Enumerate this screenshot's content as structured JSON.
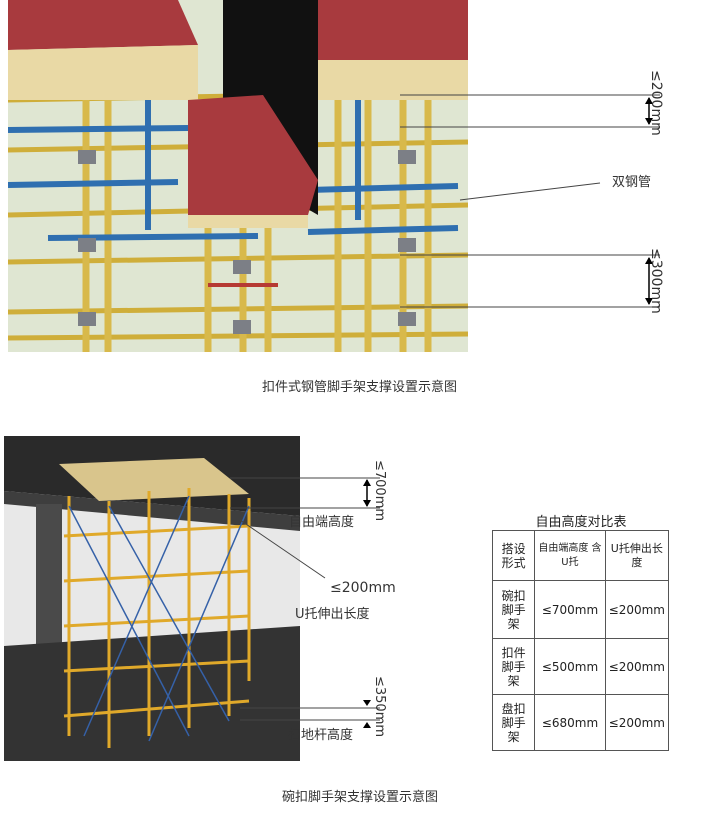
{
  "top": {
    "dim_top": "≤200mm",
    "dim_bottom": "≤300mm",
    "callout": "双钢管",
    "caption": "扣件式钢管脚手架支撑设置示意图"
  },
  "bottom": {
    "free_end_label": "自由端高度",
    "dim_700": "≤700mm",
    "dim_200": "≤200mm",
    "u_label": "U托伸出长度",
    "dim_350": "≤350mm",
    "sweep_label": "扫地杆高度",
    "caption": "碗扣脚手架支撑设置示意图"
  },
  "table": {
    "title": "自由高度对比表",
    "headers": [
      "搭设形式",
      "自由端高度 含U托",
      "U托伸出长度"
    ],
    "rows": [
      [
        "碗扣脚手架",
        "≤700mm",
        "≤200mm"
      ],
      [
        "扣件脚手架",
        "≤500mm",
        "≤200mm"
      ],
      [
        "盘扣脚手架",
        "≤680mm",
        "≤200mm"
      ]
    ]
  },
  "colors": {
    "formwork_red": "#a83a3e",
    "timber": "#e9d9a5",
    "pole_yellow": "#d8b94b",
    "pipe_blue": "#2f6fb0",
    "slab_dark": "#2a2a2a"
  }
}
